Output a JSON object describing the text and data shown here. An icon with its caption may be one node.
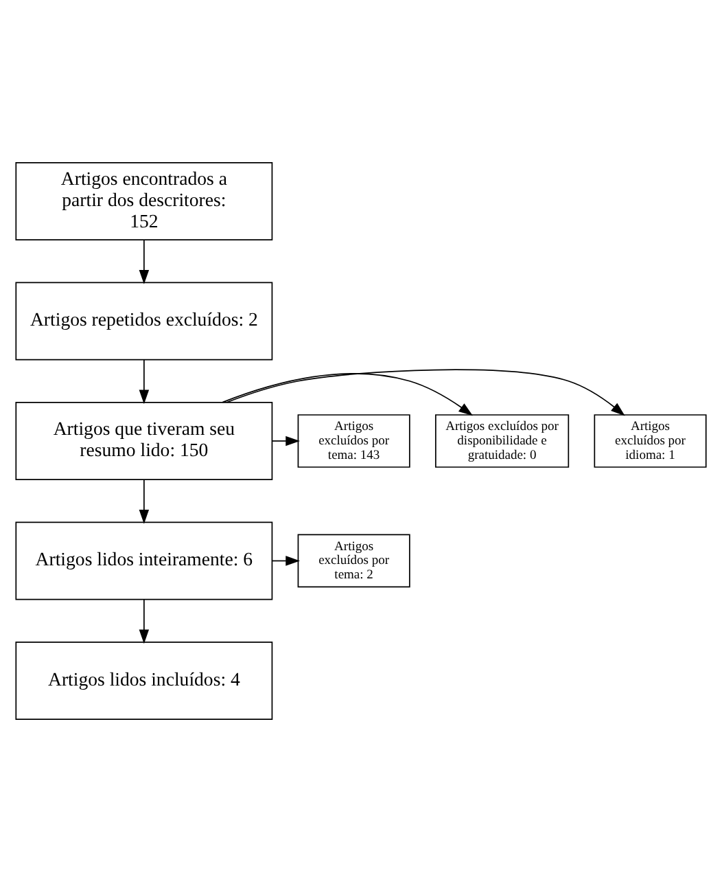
{
  "diagram": {
    "nodes": [
      {
        "text": [
          "Artigos encontrados a partir dos descritores: 152"
        ]
      },
      {
        "text": [
          "Artigos repetidos excluídos: 2"
        ]
      },
      {
        "text": [
          "Artigos que tiveram seu resumo lido: 150"
        ]
      },
      {
        "text": [
          "Artigos excluídos por idioma: 1"
        ]
      },
      {
        "text": [
          "Artigos excluídos por disponibilidade e gratuidade: 0"
        ]
      },
      {
        "text": [
          "Artigos excluídos por tema: 143"
        ]
      },
      {
        "text": [
          "Artigos lidos inteiramente: 6"
        ]
      },
      {
        "text": [
          "Artigos excluídos por tema: 2"
        ]
      },
      {
        "text": [
          "Artigos lidos incluídos: 4"
        ]
      }
    ],
    "edges": [
      {
        "from": 0,
        "to": 1,
        "arrow": "to"
      },
      {
        "from": 1,
        "to": 2,
        "arrow": "to"
      },
      {
        "from": 2,
        "to": 3,
        "arrow": "to"
      },
      {
        "from": 2,
        "to": 4,
        "arrow": "to"
      },
      {
        "from": 2,
        "to": 5,
        "arrow": "to"
      },
      {
        "from": 2,
        "to": 6,
        "arrow": "to"
      },
      {
        "from": 6,
        "to": 7,
        "arrow": "to"
      },
      {
        "from": 6,
        "to": 8,
        "arrow": "to"
      }
    ]
  }
}
